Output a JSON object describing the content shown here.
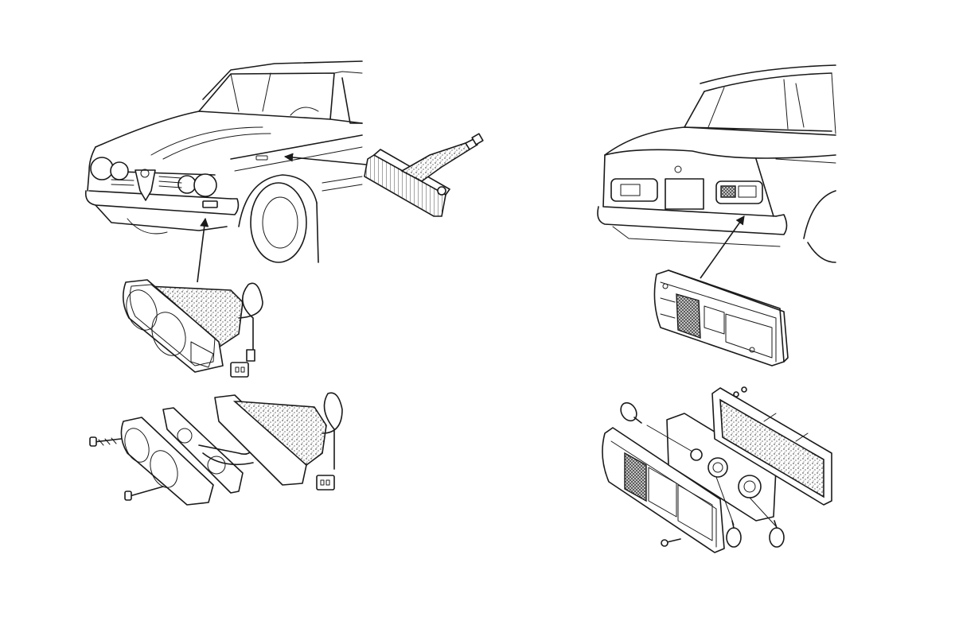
{
  "illustration": {
    "panels": [
      {
        "id": "front",
        "subject": "front-indicator-and-side-repeater"
      },
      {
        "id": "rear",
        "subject": "rear-lamp-cluster"
      }
    ],
    "colors": {
      "ink": "#1a1a1a",
      "paper": "#ffffff"
    }
  }
}
